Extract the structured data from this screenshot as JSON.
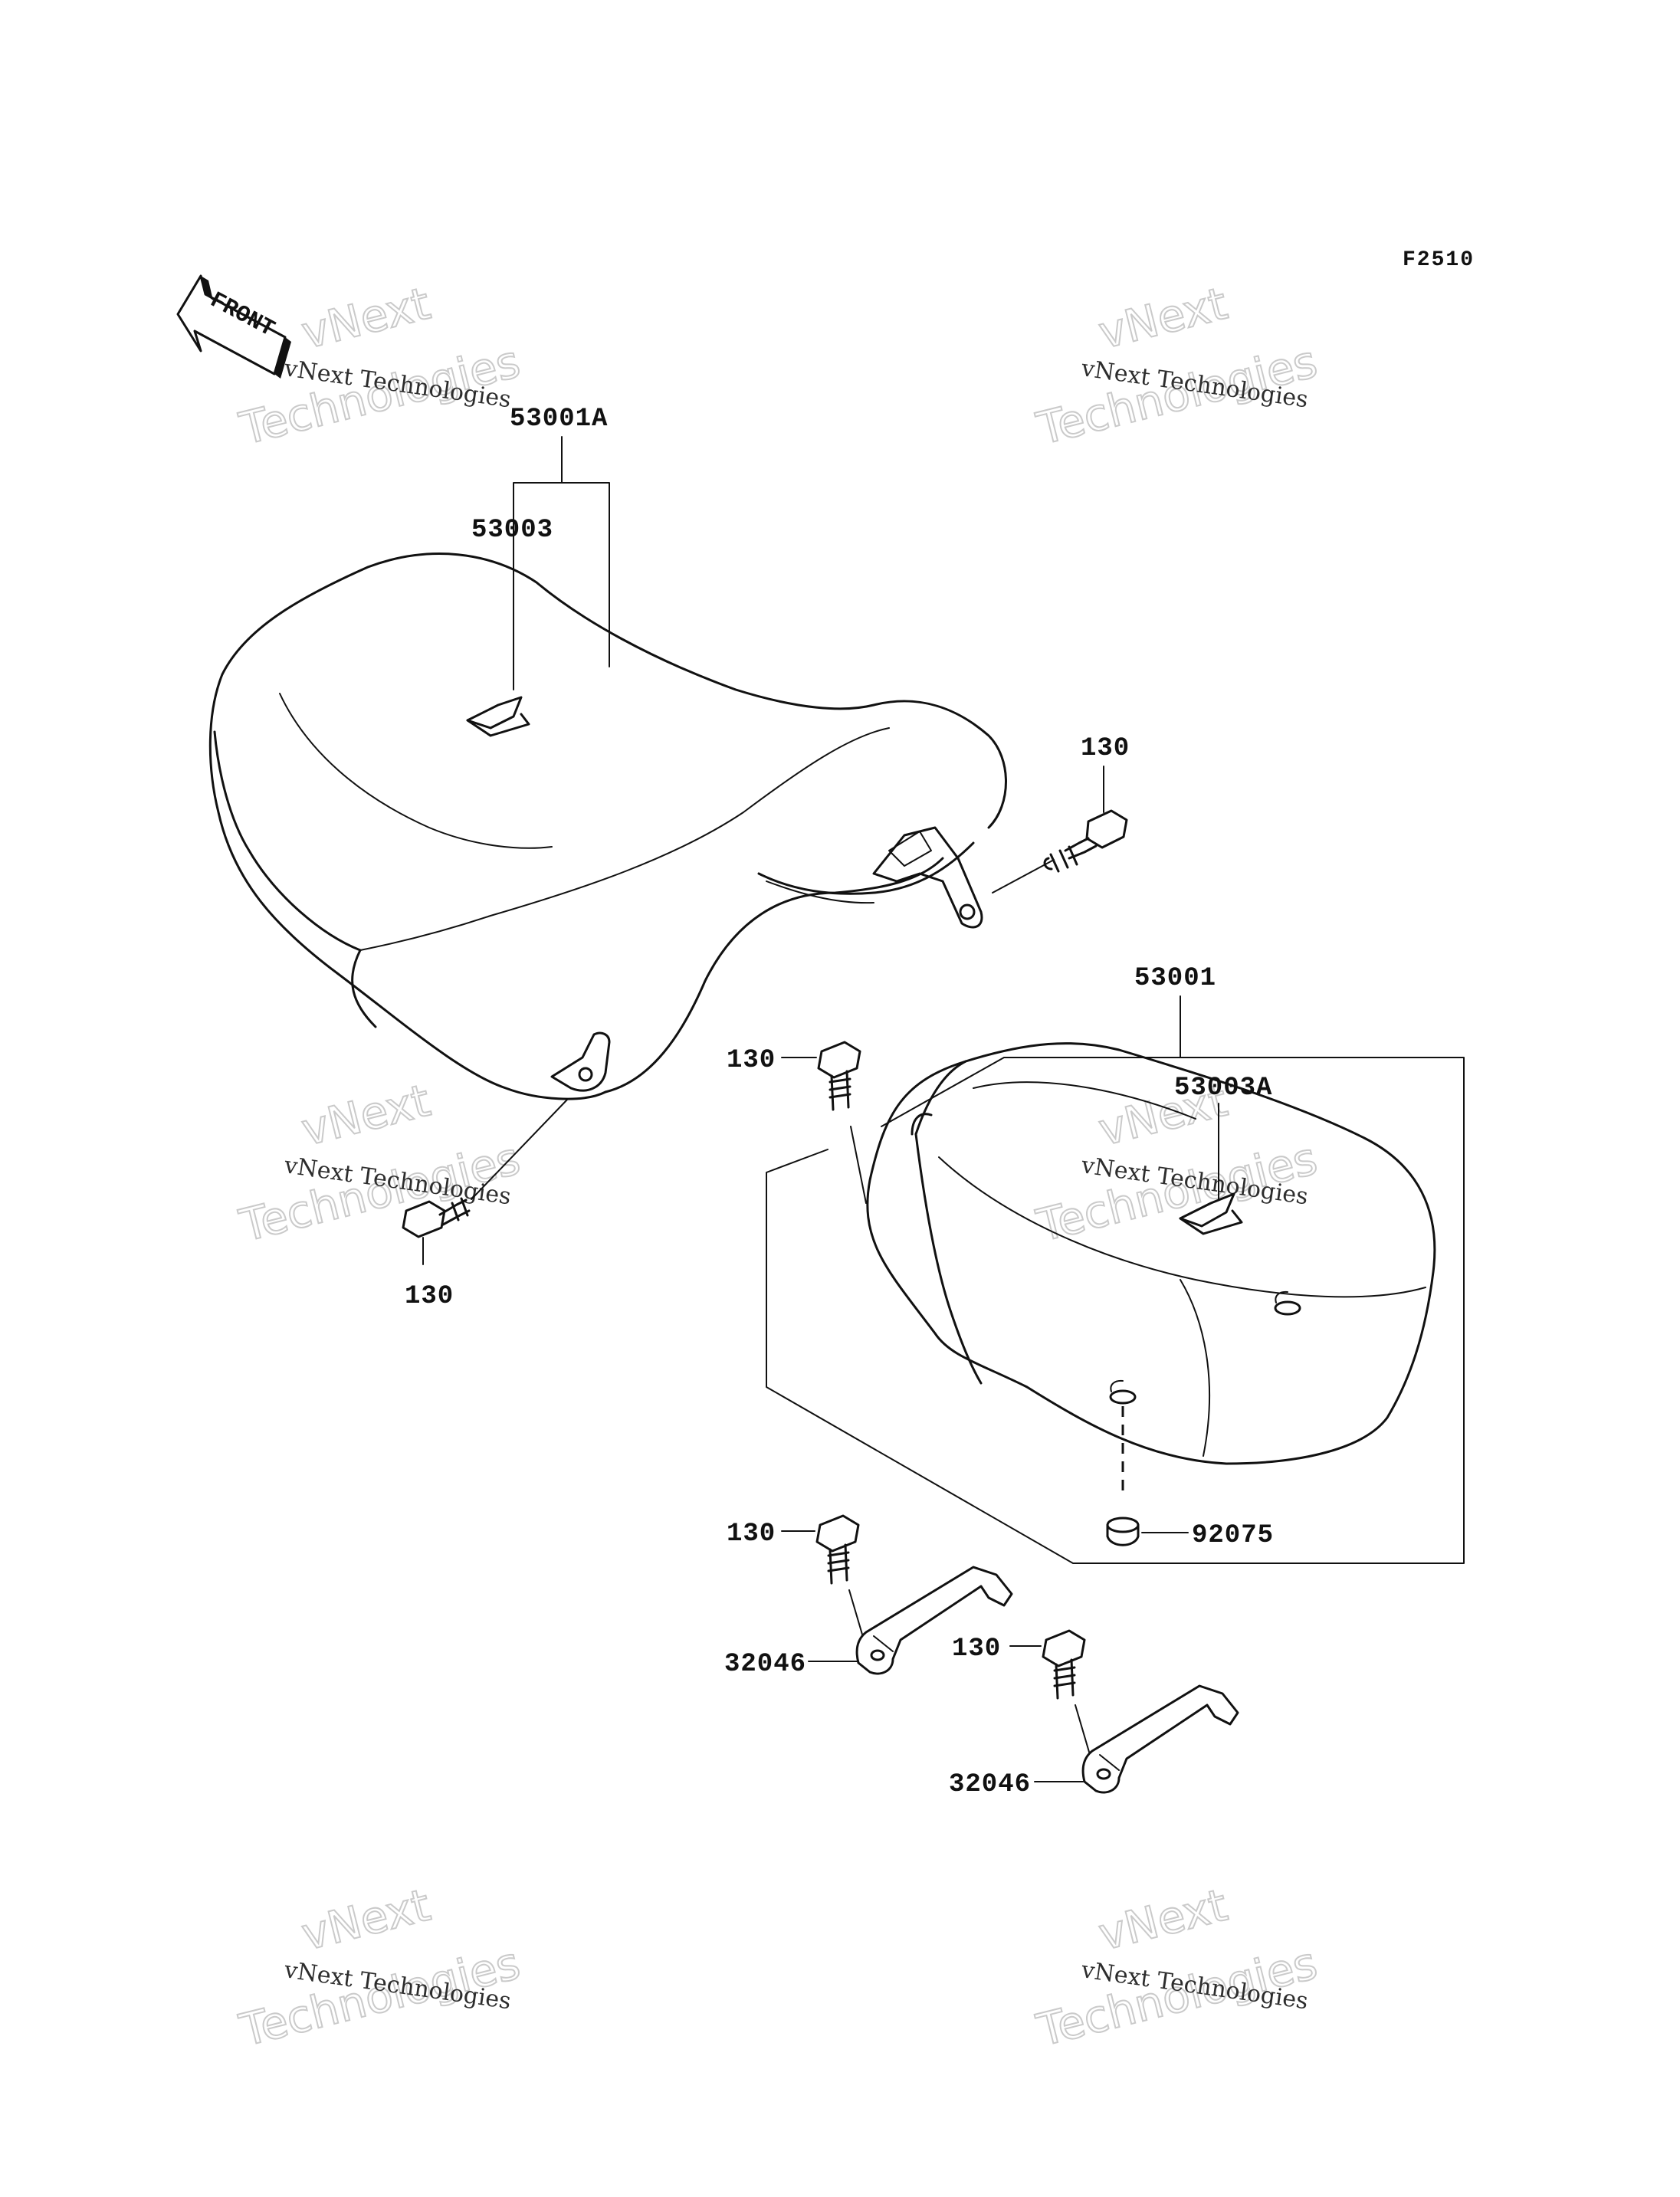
{
  "figure_code": "F2510",
  "front_label": "FRONT",
  "watermark": {
    "line1": "vNext Technologies",
    "line2": "vNext",
    "line3": "Technologies"
  },
  "parts": {
    "main_seat": "53001A",
    "main_seat_strap": "53003",
    "rear_seat": "53001",
    "rear_seat_strap": "53003A",
    "bolt_top_right": "130",
    "bolt_bottom_left": "130",
    "bolt_rear_seat": "130",
    "bolt_bracket_1": "130",
    "bolt_bracket_2": "130",
    "damper": "92075",
    "bracket_1": "32046",
    "bracket_2": "32046"
  }
}
